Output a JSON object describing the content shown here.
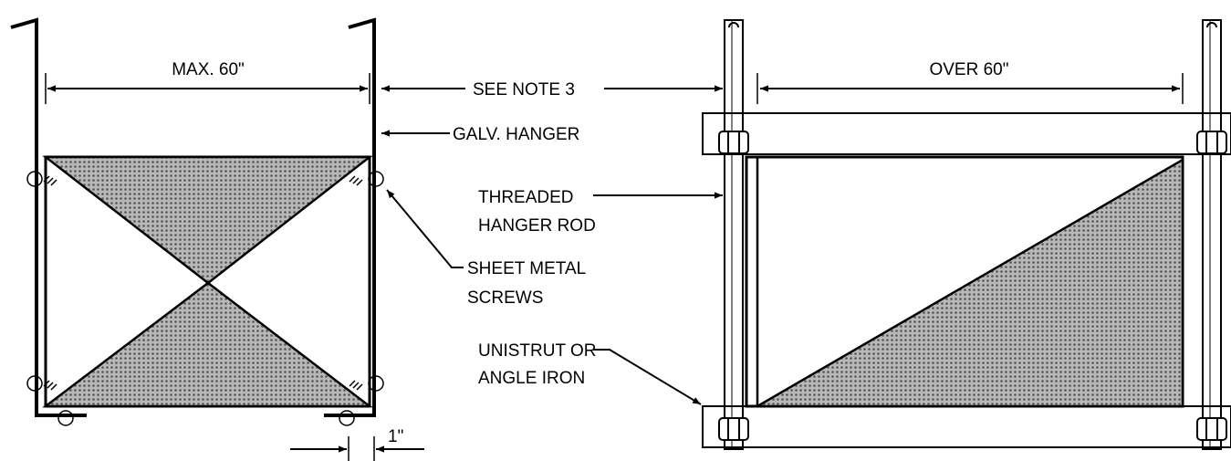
{
  "left_detail": {
    "max_width_label": "MAX. 60\"",
    "gap_dimension_label": "1\""
  },
  "right_detail": {
    "over_width_label": "OVER 60\""
  },
  "callouts": {
    "see_note": "SEE NOTE 3",
    "galv_hanger": "GALV. HANGER",
    "threaded_rod_line1": "THREADED",
    "threaded_rod_line2": "HANGER ROD",
    "sheet_metal_line1": "SHEET METAL",
    "sheet_metal_line2": "SCREWS",
    "unistrut_line1": "UNISTRUT OR",
    "unistrut_line2": "ANGLE IRON"
  },
  "colors": {
    "line": "#000000",
    "background": "#ffffff",
    "hatch_fill": "#9a9a9a"
  }
}
